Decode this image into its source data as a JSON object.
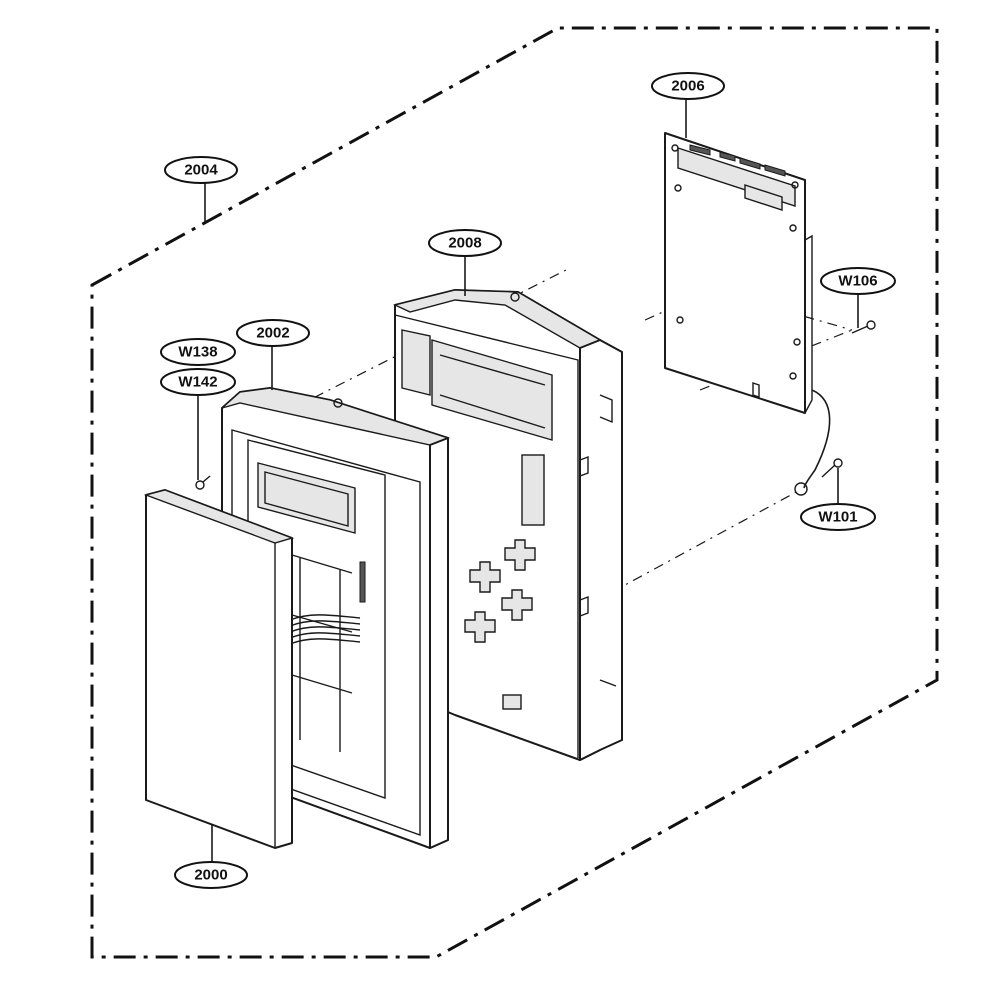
{
  "callouts": [
    {
      "id": "2004",
      "label": "2004"
    },
    {
      "id": "2006",
      "label": "2006"
    },
    {
      "id": "2008",
      "label": "2008"
    },
    {
      "id": "2002",
      "label": "2002"
    },
    {
      "id": "W138",
      "label": "W138"
    },
    {
      "id": "W142",
      "label": "W142"
    },
    {
      "id": "W106",
      "label": "W106"
    },
    {
      "id": "W101",
      "label": "W101"
    },
    {
      "id": "2000",
      "label": "2000"
    }
  ]
}
